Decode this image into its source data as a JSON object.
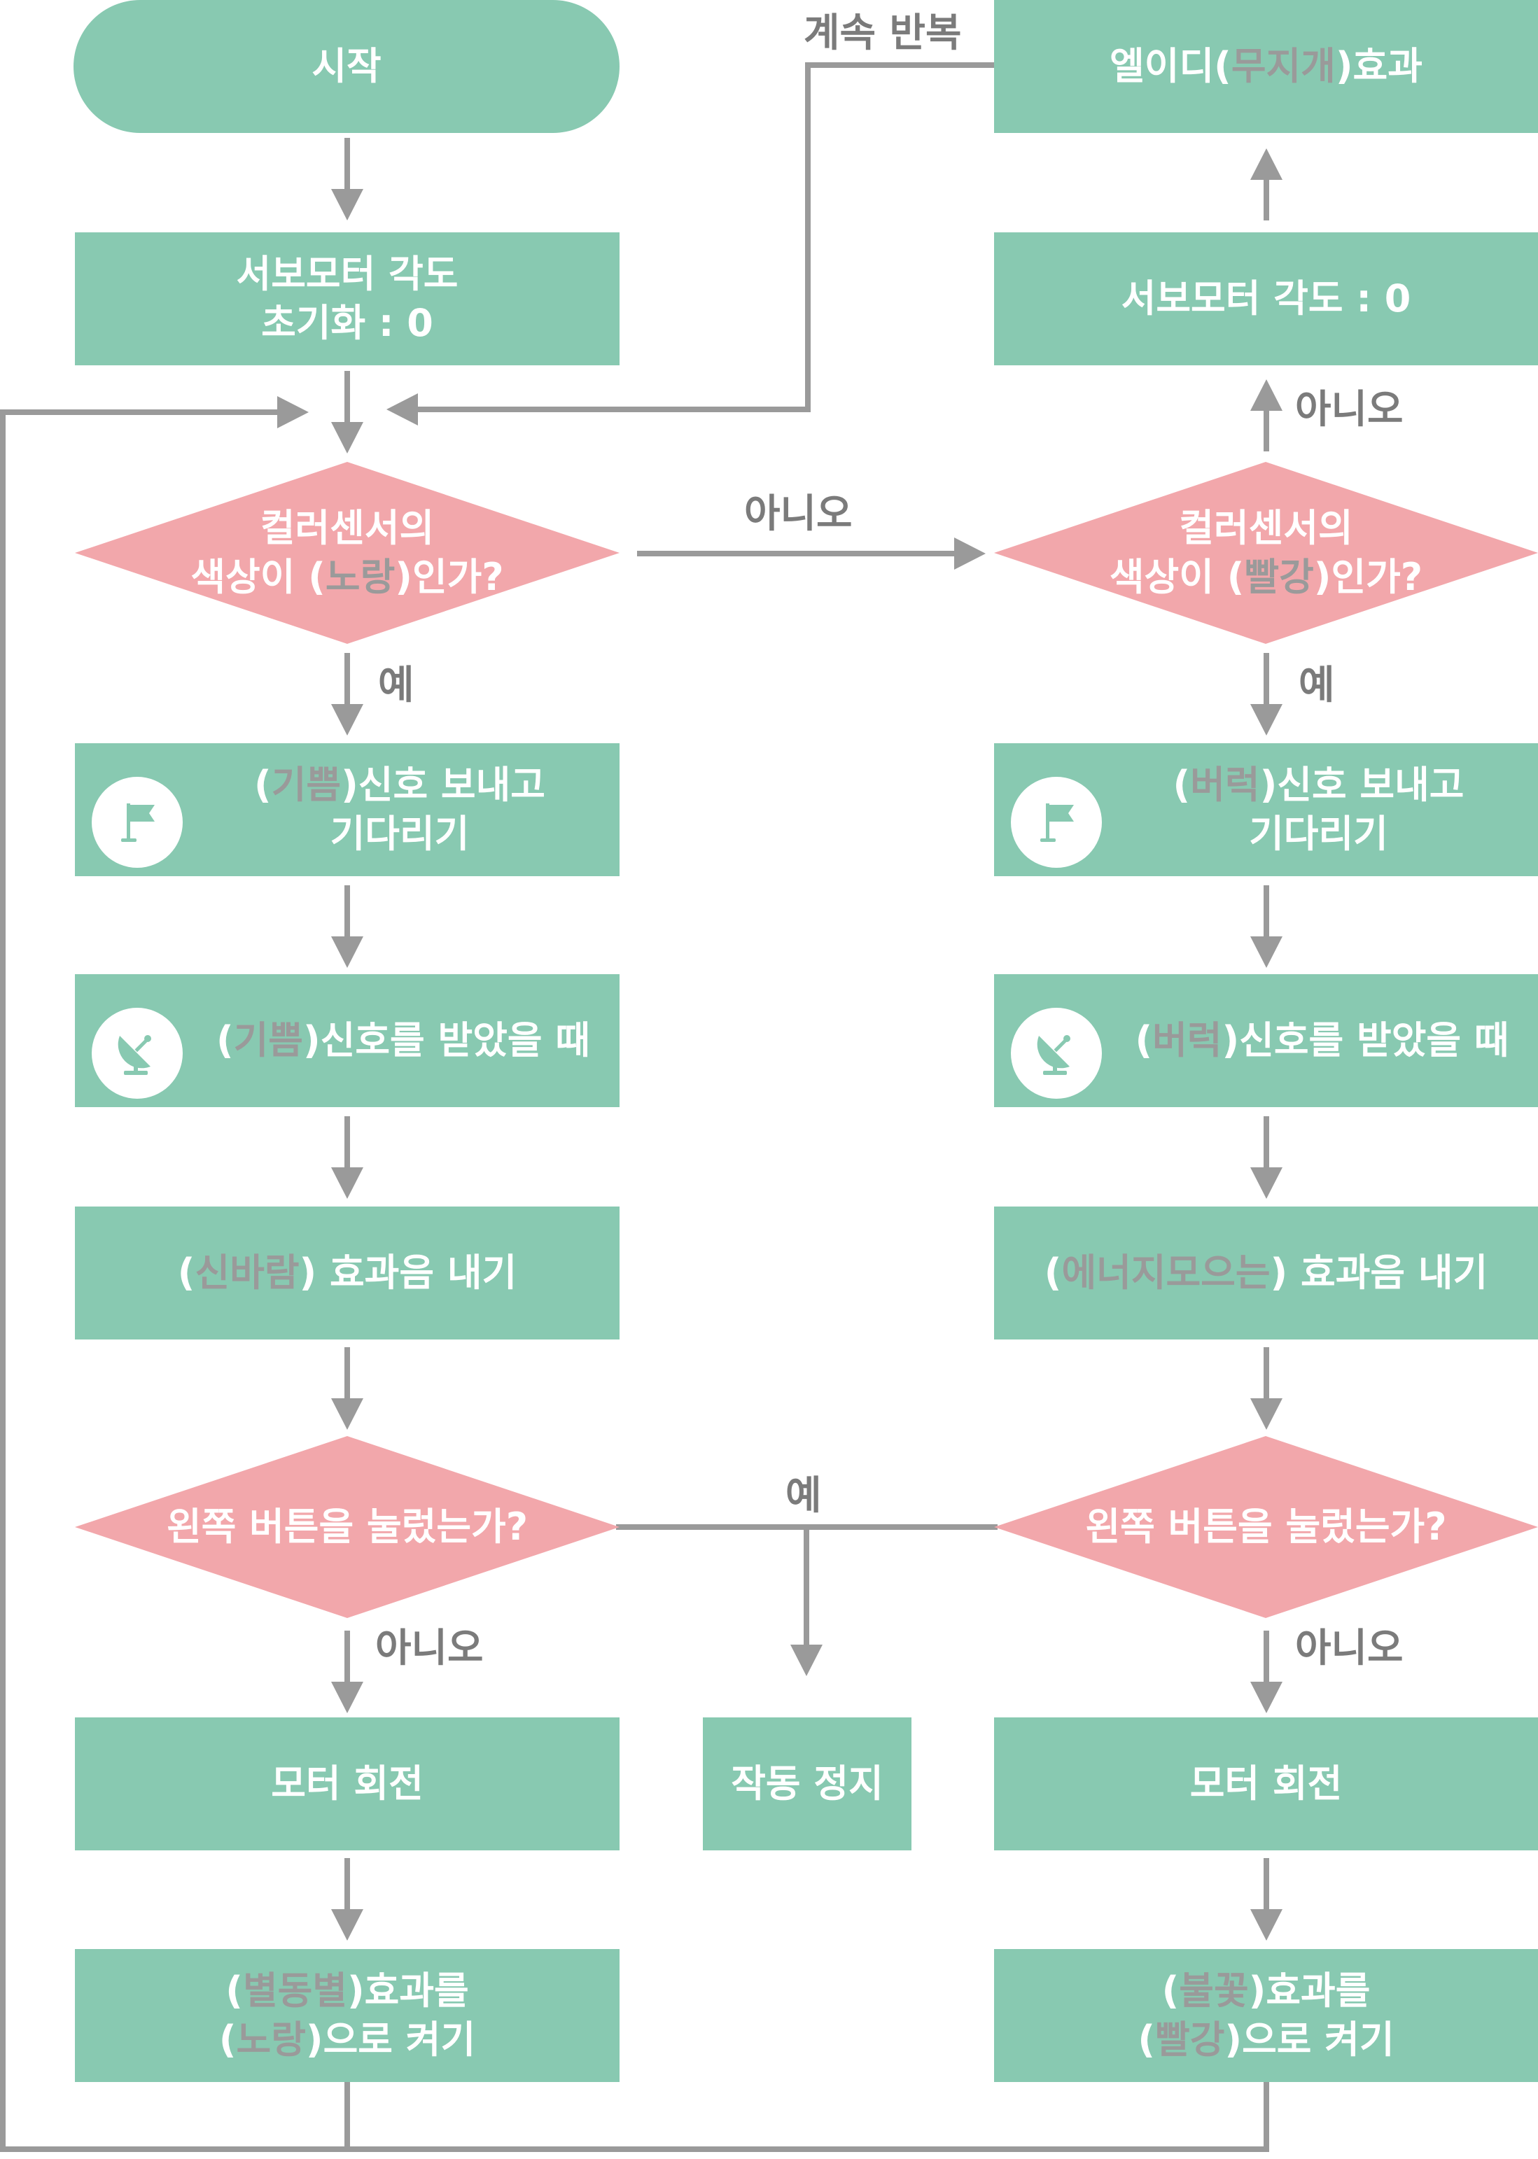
{
  "nodes": {
    "start": "시작",
    "init_l1": "서보모터 각도",
    "init_l2": "초기화 : 0",
    "dec_yellow": {
      "l1": "컬러센서의",
      "l2a": "색상이 (",
      "l2b": "노랑",
      "l2c": ")인가?"
    },
    "joy_send": {
      "l1a": "(",
      "l1b": "기쁨",
      "l1c": ")신호 보내고",
      "l2": "기다리기"
    },
    "joy_recv": {
      "a": "(",
      "b": "기쁨",
      "c": ")신호를 받았을 때"
    },
    "sound_left": {
      "a": "(",
      "b": "신바람",
      "c": ") 효과음 내기"
    },
    "btn_left": "왼쪽 버튼을 눌렀는가?",
    "motor_left": "모터 회전",
    "light_left": {
      "l1a": "(",
      "l1b": "별동별",
      "l1c": ")효과를",
      "l2a": "(",
      "l2b": "노랑",
      "l2c": ")으로 켜기"
    },
    "stop": "작동 정지",
    "rainbow": {
      "a": "엘이디(",
      "b": "무지개",
      "c": ")효과"
    },
    "servo_zero": "서보모터 각도 : 0",
    "dec_red": {
      "l1": "컬러센서의",
      "l2a": "색상이 (",
      "l2b": "빨강",
      "l2c": ")인가?"
    },
    "anger_send": {
      "l1a": "(",
      "l1b": "버럭",
      "l1c": ")신호 보내고",
      "l2": "기다리기"
    },
    "anger_recv": {
      "a": "(",
      "b": "버럭",
      "c": ")신호를 받았을 때"
    },
    "sound_right": {
      "a": "(",
      "b": "에너지모으는",
      "c": ") 효과음 내기"
    },
    "btn_right": "왼쪽 버튼을 눌렀는가?",
    "motor_right": "모터 회전",
    "light_right": {
      "l1a": "(",
      "l1b": "불꽃",
      "l1c": ")효과를",
      "l2a": "(",
      "l2b": "빨강",
      "l2c": ")으로 켜기"
    }
  },
  "edge_labels": {
    "repeat": "계속 반복",
    "no_top": "아니오",
    "no_right_up": "아니오",
    "yes_left": "예",
    "yes_right": "예",
    "yes_buttons": "예",
    "no_left_bottom": "아니오",
    "no_right_bottom": "아니오"
  },
  "colors": {
    "box": "#88c9b1",
    "diamond": "#f2a7ab",
    "arrow": "#9a9a9a",
    "text": "#ffffff",
    "highlight_text": "#9a9a9a",
    "label_text": "#7b7b7b"
  },
  "icons": [
    "flag-icon",
    "satellite-dish-icon"
  ]
}
